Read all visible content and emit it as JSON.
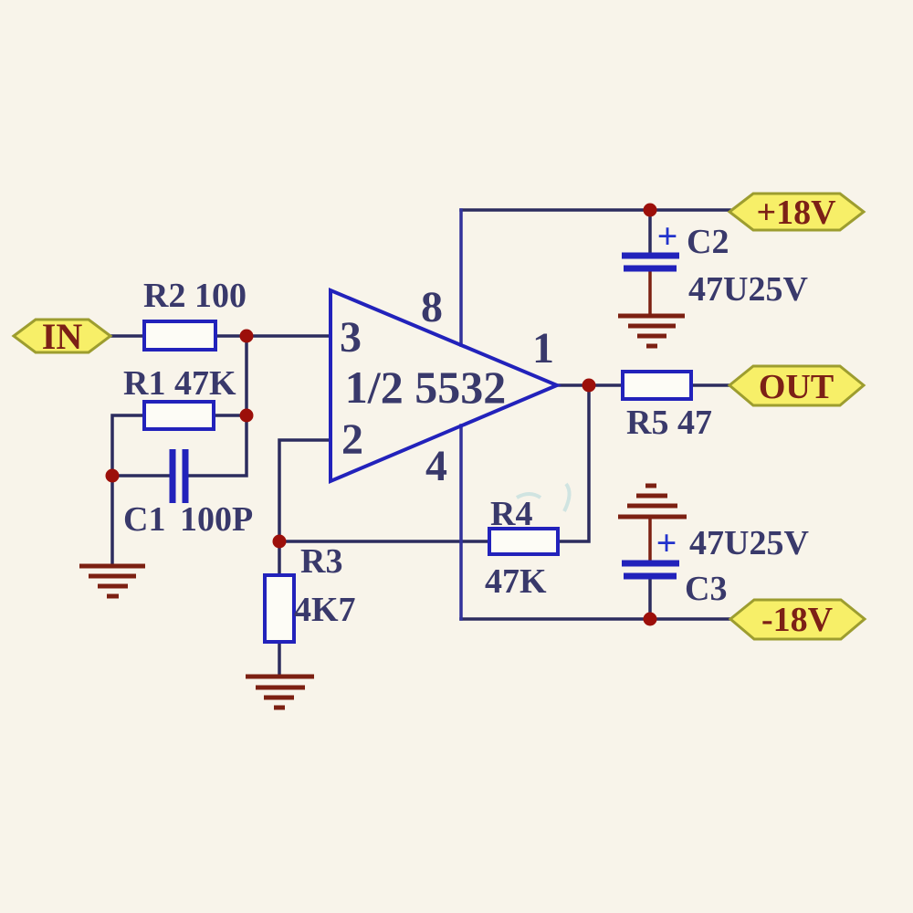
{
  "circuit": {
    "type": "op-amp amplifier schematic",
    "ic": {
      "label": "1/2 5532",
      "pin_noninverting_input": "3",
      "pin_inverting_input": "2",
      "pin_vcc": "8",
      "pin_vee": "4",
      "pin_output": "1"
    },
    "ports": {
      "input": "IN",
      "output": "OUT",
      "positive_rail": "+18V",
      "negative_rail": "-18V"
    },
    "components": {
      "r1": {
        "label": "R1 47K"
      },
      "r2": {
        "label": "R2 100"
      },
      "r3": {
        "ref": "R3",
        "value": "4K7"
      },
      "r4": {
        "ref": "R4",
        "value": "47K"
      },
      "r5": {
        "label": "R5 47"
      },
      "c1": {
        "ref": "C1",
        "value": "100P"
      },
      "c2": {
        "ref": "C2",
        "value": "47U25V",
        "polarity": "+"
      },
      "c3": {
        "ref": "C3",
        "value": "47U25V",
        "polarity": "+"
      }
    },
    "colors": {
      "background": "#f8f4ea",
      "component_blue": "#2222bb",
      "wire_navy": "#2c2c5e",
      "supply_blue": "#32329b",
      "label_navy": "#39396b",
      "junction_red": "#9c0f0a",
      "ground_red": "#7c2012",
      "tag_fill": "#f7ef68",
      "tag_border": "#9d9d2f",
      "tag_text": "#7c2016",
      "plus_blue": "#2233cc"
    }
  }
}
